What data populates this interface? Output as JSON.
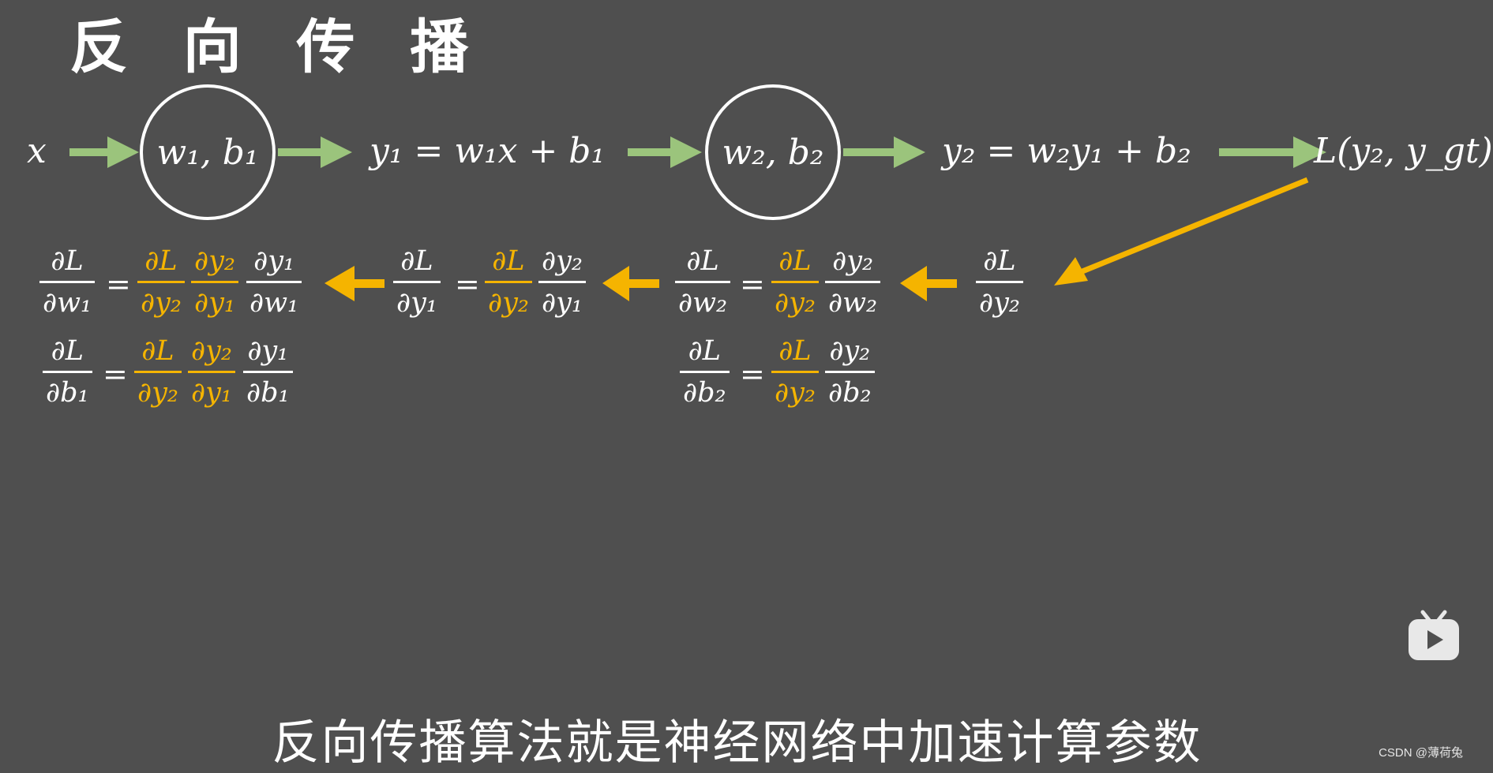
{
  "title": "反 向 传 播",
  "forward": {
    "x": "x",
    "node1": "w₁, b₁",
    "eq1": "y₁ = w₁x + b₁",
    "node2": "w₂, b₂",
    "eq2": "y₂ = w₂y₁ + b₂",
    "loss": "L(y₂, y_gt)"
  },
  "grads": {
    "dL": "∂L",
    "dy2": "∂y₂",
    "dy1": "∂y₁",
    "dw1": "∂w₁",
    "dw2": "∂w₂",
    "db1": "∂b₁",
    "db2": "∂b₂",
    "equals": "="
  },
  "colors": {
    "background": "#4f4f4f",
    "forward_arrow": "#9bc47c",
    "backward_arrow": "#f5b400",
    "highlight": "#f5b400"
  },
  "subtitle": "反向传播算法就是神经网络中加速计算参数",
  "watermark": "CSDN @薄荷兔",
  "icons": [
    "bilibili-tv-icon"
  ]
}
